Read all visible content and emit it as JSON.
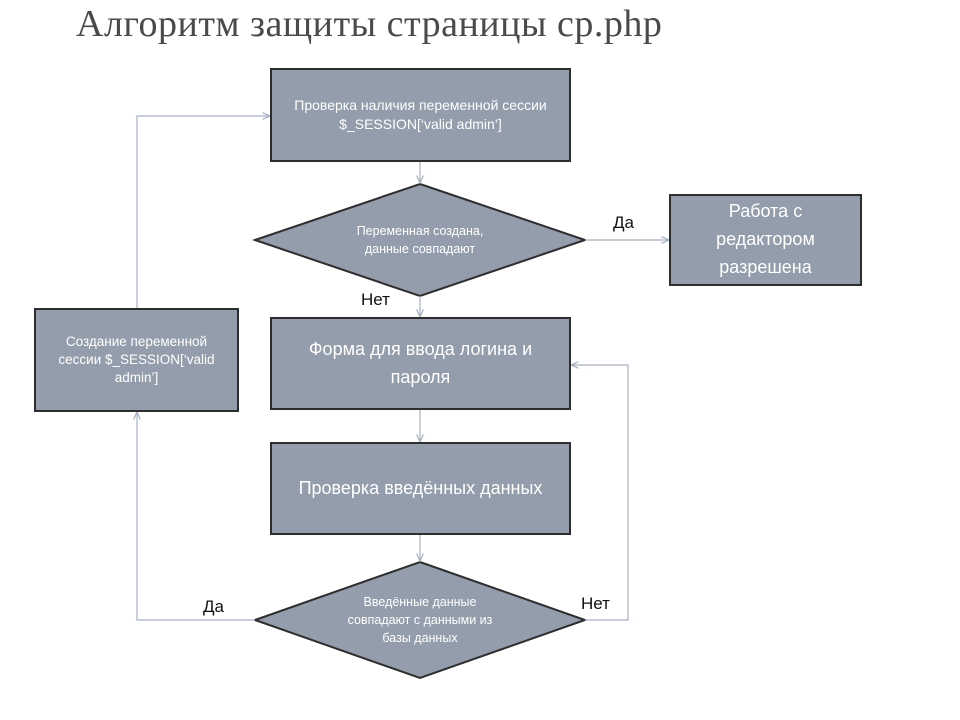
{
  "title": "Алгоритм  защиты  страницы  cp.php",
  "nodes": {
    "check_session": "Проверка наличия переменной сессии $_SESSION[‘valid admin’]",
    "decision_session": "Переменная создана, данные совпадают",
    "editor_allowed": "Работа с редактором разрешена",
    "login_form": "Форма для ввода логина и пароля",
    "check_input": "Проверка введённых данных",
    "decision_input": "Введённые данные совпадают с данными  из базы данных",
    "create_session": "Создание  переменной сессии $_SESSION[‘valid admin’]"
  },
  "edge_labels": {
    "session_yes": "Да",
    "session_no": "Нет",
    "input_yes": "Да",
    "input_no": "Нет"
  },
  "colors": {
    "shape_fill": "#939dab",
    "shape_border": "#2e2e2e",
    "connector": "#a8b2c0"
  }
}
